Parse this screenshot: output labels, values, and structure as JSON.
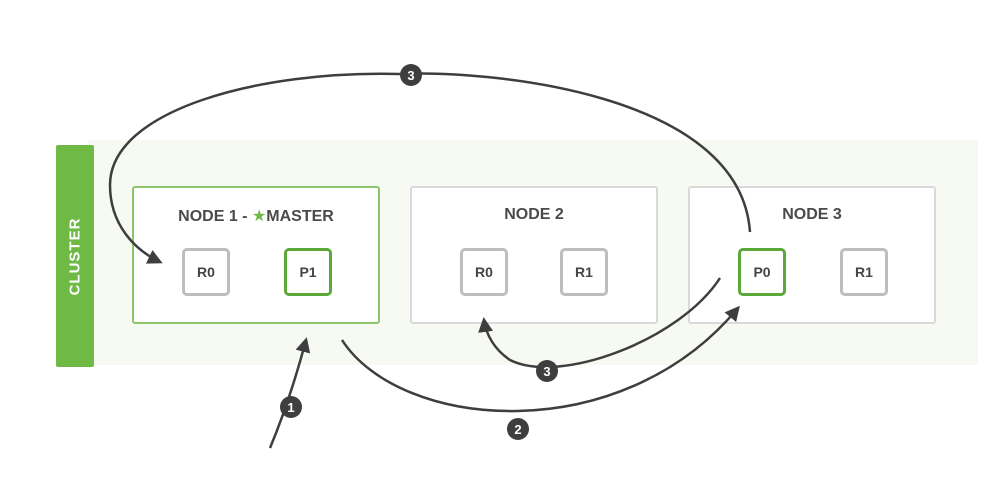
{
  "cluster": {
    "label": "CLUSTER"
  },
  "nodes": [
    {
      "title_prefix": "NODE 1 - ",
      "title_suffix": "MASTER",
      "shards": [
        "R0",
        "P1"
      ]
    },
    {
      "title_prefix": "NODE 2",
      "shards": [
        "R0",
        "R1"
      ]
    },
    {
      "title_prefix": "NODE 3",
      "shards": [
        "P0",
        "R1"
      ]
    }
  ],
  "steps": {
    "one": "1",
    "two": "2",
    "three_top": "3",
    "three_bottom": "3"
  },
  "icons": {
    "master": "star-icon"
  },
  "colors": {
    "accent_green": "#6fba45",
    "primary_shard_border": "#5aa838",
    "replica_shard_border": "#bdbdbd",
    "node_border": "#d9d9d9",
    "arrow": "#3e3e3e"
  }
}
